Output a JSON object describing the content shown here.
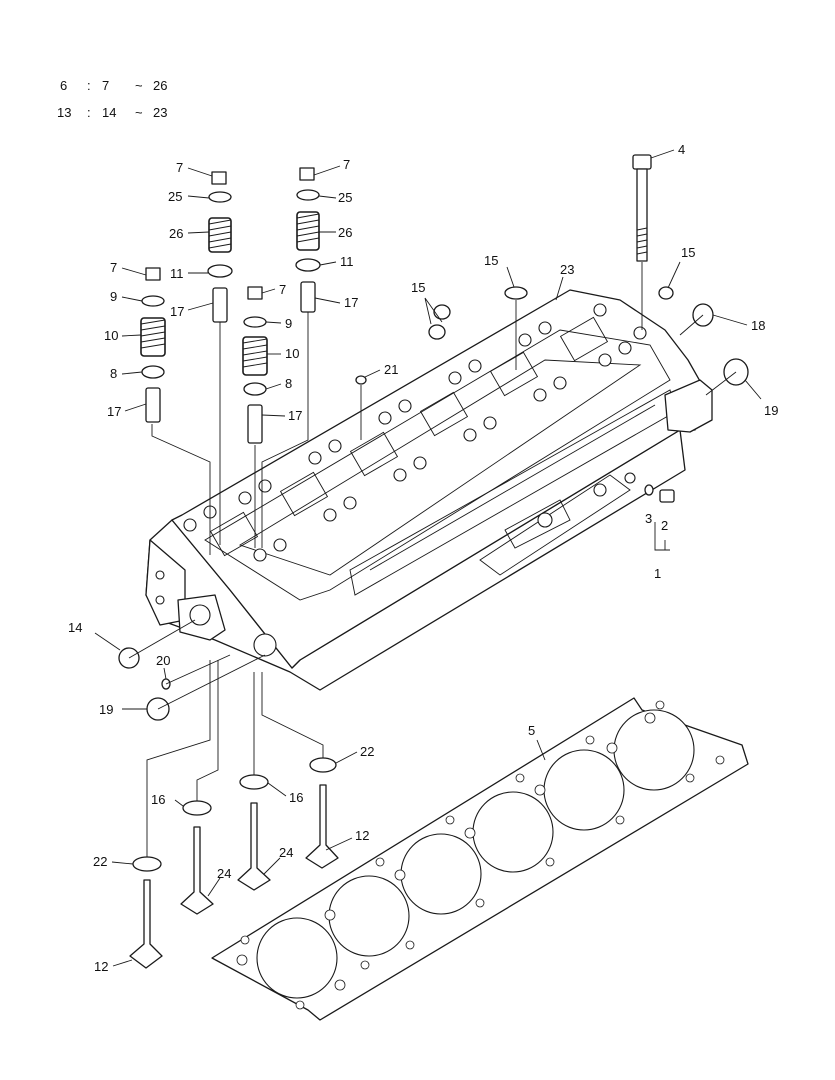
{
  "legend": {
    "rows": [
      {
        "set": "6",
        "sep": ":",
        "from": "7",
        "tilde": "~",
        "to": "26"
      },
      {
        "set": "13",
        "sep": ":",
        "from": "14",
        "tilde": "~",
        "to": "23"
      }
    ]
  },
  "callouts": [
    {
      "id": "c7a",
      "text": "7"
    },
    {
      "id": "c25a",
      "text": "25"
    },
    {
      "id": "c26a",
      "text": "26"
    },
    {
      "id": "c11a",
      "text": "11"
    },
    {
      "id": "c17a",
      "text": "17"
    },
    {
      "id": "c7b",
      "text": "7"
    },
    {
      "id": "c25b",
      "text": "25"
    },
    {
      "id": "c26b",
      "text": "26"
    },
    {
      "id": "c11b",
      "text": "11"
    },
    {
      "id": "c17b",
      "text": "17"
    },
    {
      "id": "c7c",
      "text": "7"
    },
    {
      "id": "c9a",
      "text": "9"
    },
    {
      "id": "c10a",
      "text": "10"
    },
    {
      "id": "c8a",
      "text": "8"
    },
    {
      "id": "c17c",
      "text": "17"
    },
    {
      "id": "c7d",
      "text": "7"
    },
    {
      "id": "c9b",
      "text": "9"
    },
    {
      "id": "c10b",
      "text": "10"
    },
    {
      "id": "c8b",
      "text": "8"
    },
    {
      "id": "c17d",
      "text": "17"
    },
    {
      "id": "c4",
      "text": "4"
    },
    {
      "id": "c15a",
      "text": "15"
    },
    {
      "id": "c15b",
      "text": "15"
    },
    {
      "id": "c15c",
      "text": "15"
    },
    {
      "id": "c23",
      "text": "23"
    },
    {
      "id": "c18",
      "text": "18"
    },
    {
      "id": "c19a",
      "text": "19"
    },
    {
      "id": "c21",
      "text": "21"
    },
    {
      "id": "c3",
      "text": "3"
    },
    {
      "id": "c2",
      "text": "2"
    },
    {
      "id": "c1",
      "text": "1"
    },
    {
      "id": "c14",
      "text": "14"
    },
    {
      "id": "c20",
      "text": "20"
    },
    {
      "id": "c19b",
      "text": "19"
    },
    {
      "id": "c5",
      "text": "5"
    },
    {
      "id": "c22a",
      "text": "22"
    },
    {
      "id": "c16a",
      "text": "16"
    },
    {
      "id": "c16b",
      "text": "16"
    },
    {
      "id": "c12a",
      "text": "12"
    },
    {
      "id": "c24a",
      "text": "24"
    },
    {
      "id": "c24b",
      "text": "24"
    },
    {
      "id": "c22b",
      "text": "22"
    },
    {
      "id": "c12b",
      "text": "12"
    }
  ]
}
